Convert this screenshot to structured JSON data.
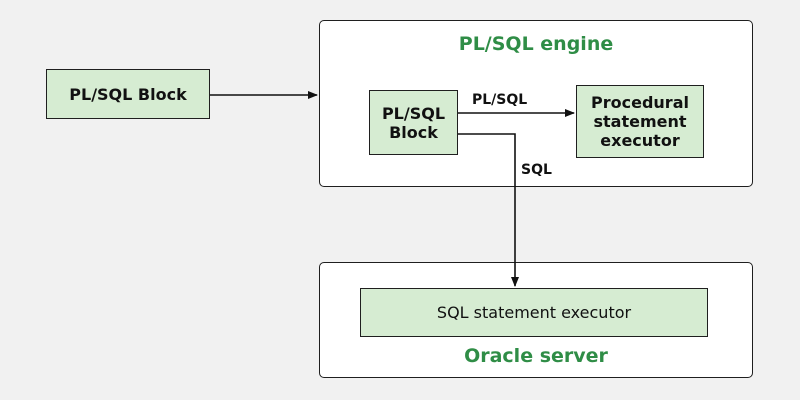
{
  "diagram": {
    "external_block": {
      "label": "PL/SQL Block"
    },
    "engine": {
      "title": "PL/SQL engine",
      "block": {
        "label_line1": "PL/SQL",
        "label_line2": "Block"
      },
      "procedural_executor": {
        "line1": "Procedural",
        "line2": "statement",
        "line3": "executor"
      }
    },
    "server": {
      "title": "Oracle server",
      "sql_executor": {
        "label": "SQL statement executor"
      }
    },
    "edges": {
      "plsql_label": "PL/SQL",
      "sql_label": "SQL"
    },
    "colors": {
      "accent": "#2f8d46",
      "node_fill": "#d6ecd2",
      "background": "#f1f1f1",
      "stroke": "#1f1f1f"
    }
  }
}
